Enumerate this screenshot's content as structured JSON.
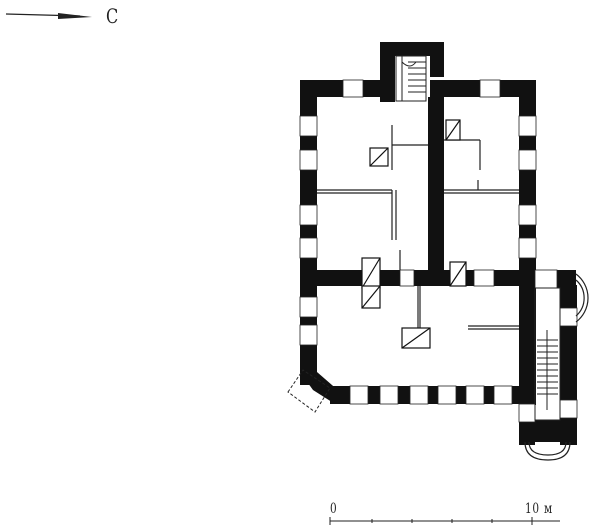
{
  "north_label": "С",
  "scale": {
    "start": "0",
    "end": "10 м"
  }
}
